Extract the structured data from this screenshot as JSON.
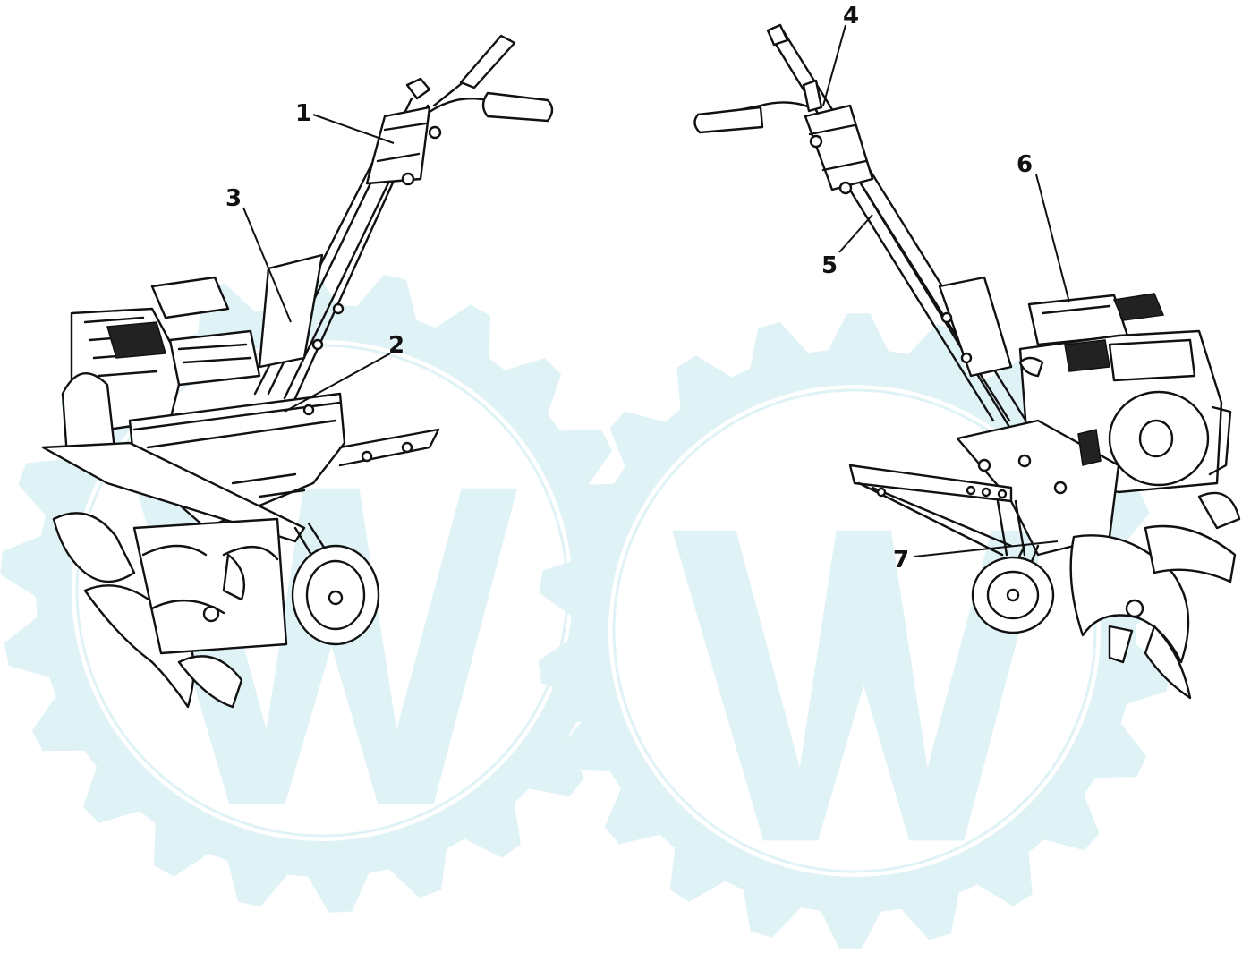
{
  "callouts": {
    "c1": "1",
    "c2": "2",
    "c3": "3",
    "c4": "4",
    "c5": "5",
    "c6": "6",
    "c7": "7"
  },
  "colors": {
    "watermark": "#dff2f6",
    "line_art": "#111111",
    "background": "#ffffff"
  },
  "icons": {
    "watermark": "gear-logo-watermark"
  }
}
